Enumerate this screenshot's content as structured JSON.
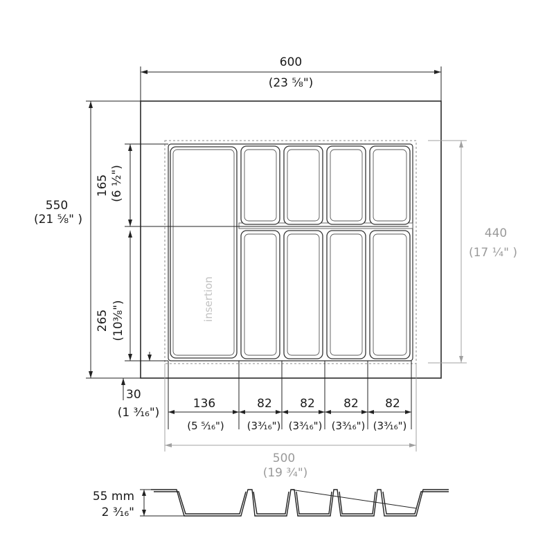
{
  "diagram": {
    "overall_width": {
      "mm": "600",
      "inch": "(23 ⅝\")"
    },
    "overall_depth": {
      "mm": "550",
      "inch": "(21 ⅝\" )"
    },
    "insert_depth": {
      "mm": "440",
      "inch": "(17 ¼\" )"
    },
    "insert_width": {
      "mm": "500",
      "inch": "(19 ¾\")"
    },
    "top_row_depth": {
      "mm": "165",
      "inch": "(6 ½\")"
    },
    "bottom_row_depth": {
      "mm": "265",
      "inch": "(10⅜\")"
    },
    "front_offset": {
      "mm": "30",
      "inch": "(1 ³⁄₁₆\")"
    },
    "compartment_widths": [
      {
        "mm": "136",
        "inch": "(5 ⁵⁄₁₆\")"
      },
      {
        "mm": "82",
        "inch": "(3³⁄₁₆\")"
      },
      {
        "mm": "82",
        "inch": "(3³⁄₁₆\")"
      },
      {
        "mm": "82",
        "inch": "(3³⁄₁₆\")"
      },
      {
        "mm": "82",
        "inch": "(3³⁄₁₆\")"
      }
    ],
    "insert_label": "insertion",
    "profile_height": {
      "mm": "55 mm",
      "inch": "2 ³⁄₁₆\""
    },
    "colors": {
      "line": "#222222",
      "secondary": "#a0a0a0",
      "insert_label": "#c2c2c2"
    }
  }
}
